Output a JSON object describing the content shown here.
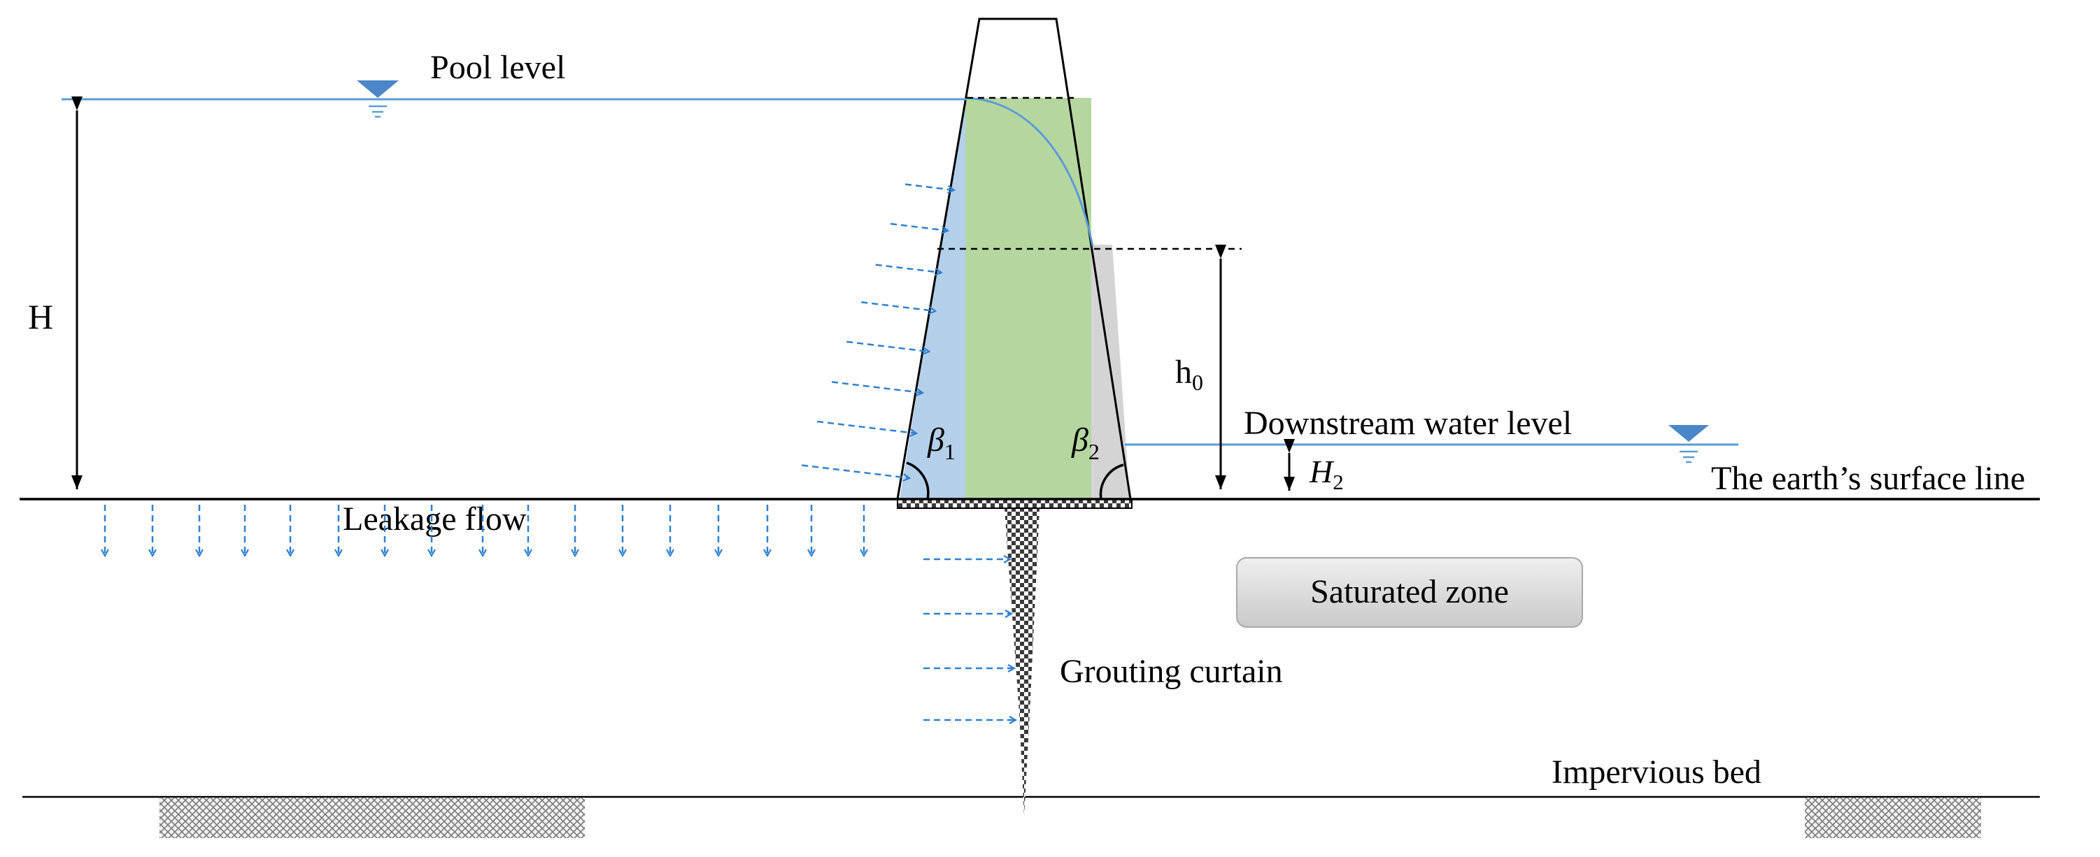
{
  "labels": {
    "pool_level": "Pool level",
    "H": "H",
    "h0_main": "h",
    "h0_sub": "0",
    "downstream_water_level": "Downstream water level",
    "H2_main": "H",
    "H2_sub": "2",
    "earth_surface_line": "The earth’s surface line",
    "leakage_flow": "Leakage flow",
    "saturated_zone": "Saturated zone",
    "grouting_curtain": "Grouting curtain",
    "impervious_bed": "Impervious bed",
    "beta1_main": "β",
    "beta1_sub": "1",
    "beta2_main": "β",
    "beta2_sub": "2"
  },
  "colors": {
    "water_line": "#5b9bd5",
    "water_symbol": "#4a86c8",
    "arrow": "#2f80d0",
    "upstream_fill": "#b4cfe9",
    "core_fill": "#b6d6a0",
    "downstream_fill": "#d4d4d4",
    "outline": "#000000",
    "zone_fill_top": "#efefef",
    "zone_fill_bottom": "#cfcfcf"
  },
  "icons": [
    "water-level-symbol",
    "dashed-arrow",
    "angle-arc",
    "checker-hatch"
  ]
}
